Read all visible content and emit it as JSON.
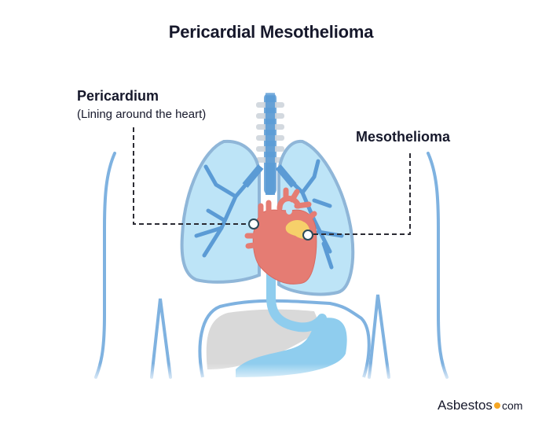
{
  "title": "Pericardial Mesothelioma",
  "labels": {
    "pericardium": {
      "name": "Pericardium",
      "description": "(Lining around the heart)"
    },
    "mesothelioma": {
      "name": "Mesothelioma"
    }
  },
  "logo": {
    "brand": "Asbestos",
    "tld": "com"
  },
  "colors": {
    "title_text": "#16182b",
    "lung_fill": "#bde4f7",
    "lung_stroke": "#8fb6d8",
    "airway": "#5b9bd5",
    "heart": "#e57c73",
    "tumor": "#f6d06a",
    "liver": "#d9d9d9",
    "stomach": "#8fcdee",
    "body_outline": "#7fb2e0",
    "leader_line": "#2b2b33",
    "logo_dot": "#f5a623"
  },
  "structures": [
    "trachea",
    "left-lung",
    "right-lung",
    "bronchi",
    "heart",
    "tumor",
    "esophagus",
    "liver",
    "stomach",
    "body-outline"
  ]
}
